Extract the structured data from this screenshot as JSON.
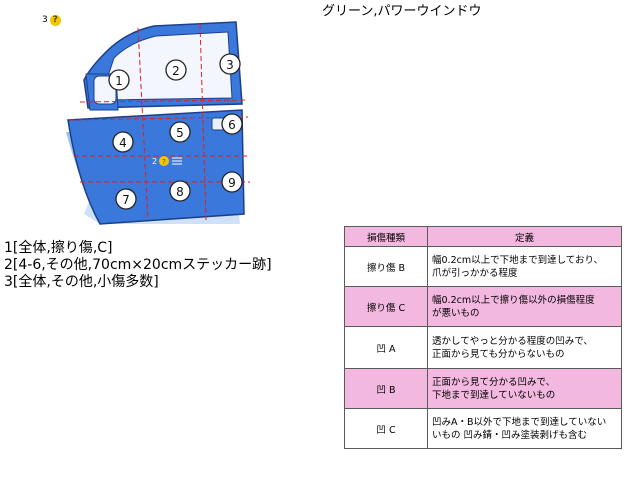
{
  "header": {
    "text": "グリーン,パワーウインドウ"
  },
  "figure": {
    "top_marker": {
      "number": "3",
      "icon": "question-icon"
    },
    "mid_marker": {
      "number": "2",
      "icon": "question-icon"
    },
    "region_labels": [
      "1",
      "2",
      "3",
      "4",
      "5",
      "6",
      "7",
      "8",
      "9"
    ],
    "colors": {
      "door_fill": "#3a78dc",
      "door_shadow": "#9fc3ef",
      "cut_lines": "#e02020"
    }
  },
  "notes": [
    "1[全体,擦り傷,C]",
    "2[4-6,その他,70cm×20cmステッカー跡]",
    "3[全体,その他,小傷多数]"
  ],
  "legend": {
    "header_type": "損傷種類",
    "header_def": "定義",
    "rows": [
      {
        "type": "擦り傷 B",
        "lines": [
          "幅0.2cm以上で下地まで到達しており、",
          "爪が引っかかる程度"
        ]
      },
      {
        "type": "擦り傷 C",
        "lines": [
          "幅0.2cm以上で擦り傷以外の損傷程度",
          "が悪いもの"
        ]
      },
      {
        "type": "凹 A",
        "lines": [
          "透かしてやっと分かる程度の凹みで、",
          "正面から見ても分からないもの"
        ]
      },
      {
        "type": "凹 B",
        "lines": [
          "正面から見て分かる凹みで、",
          "下地まで到達していないもの"
        ]
      },
      {
        "type": "凹 C",
        "lines": [
          "凹みA・B以外で下地まで到達していない",
          "いもの 凹み錆・凹み塗装剥げも含む"
        ]
      }
    ]
  }
}
